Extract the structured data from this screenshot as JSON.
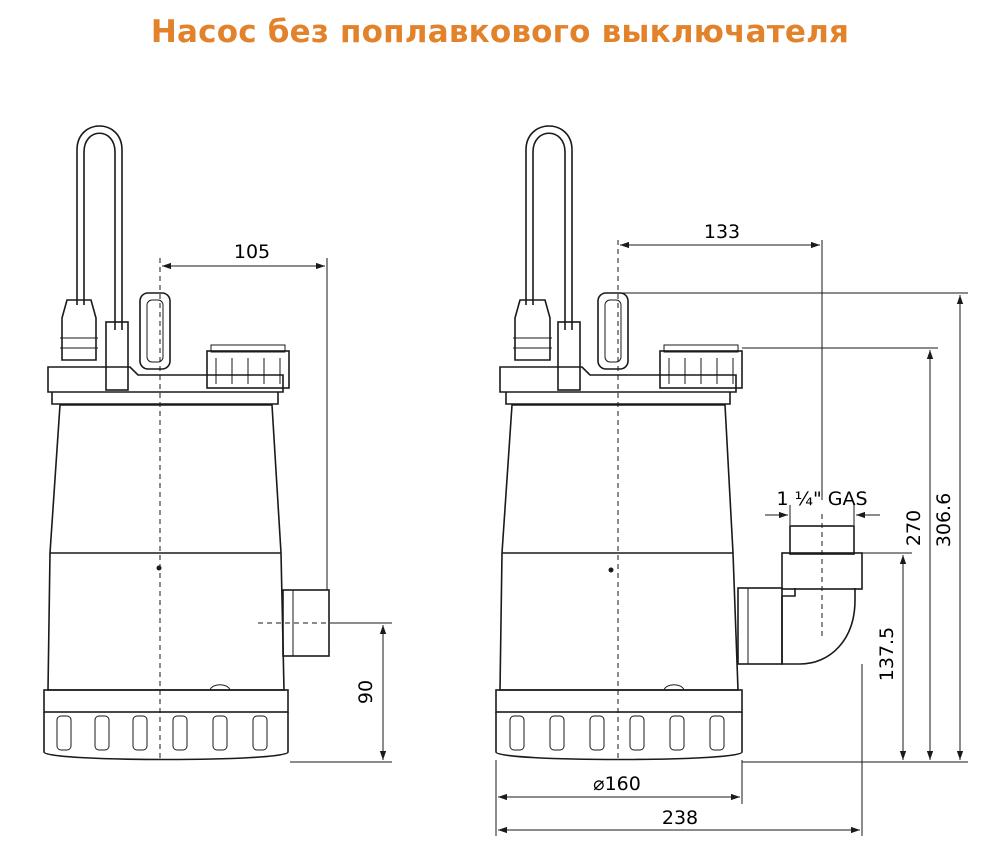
{
  "title": "Насос без поплавкового выключателя",
  "dimensions": {
    "front_width_to_outlet": "105",
    "front_outlet_height": "90",
    "side_outlet_offset": "133",
    "outlet_thread": "1 ¼\" GAS",
    "outlet_height": "137.5",
    "handle_height": "270",
    "total_height": "306.6",
    "base_diameter": "⌀160",
    "total_width": "238"
  },
  "colors": {
    "title": "#E2822A",
    "lines": "#1a1a1a"
  }
}
